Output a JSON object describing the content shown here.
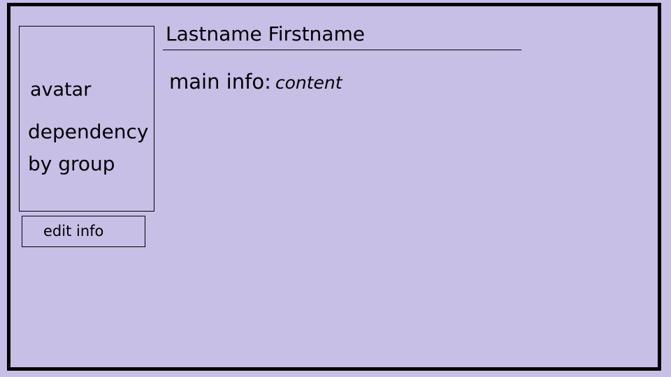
{
  "profile": {
    "name": "Lastname Firstname",
    "main_info_label": "main info:",
    "main_info_value": "content"
  },
  "sidebar": {
    "avatar_text": "avatar",
    "dependency_text": "dependency by group",
    "edit_button_label": "edit info"
  },
  "colors": {
    "background": "#c8bfe7",
    "border": "#000000"
  }
}
